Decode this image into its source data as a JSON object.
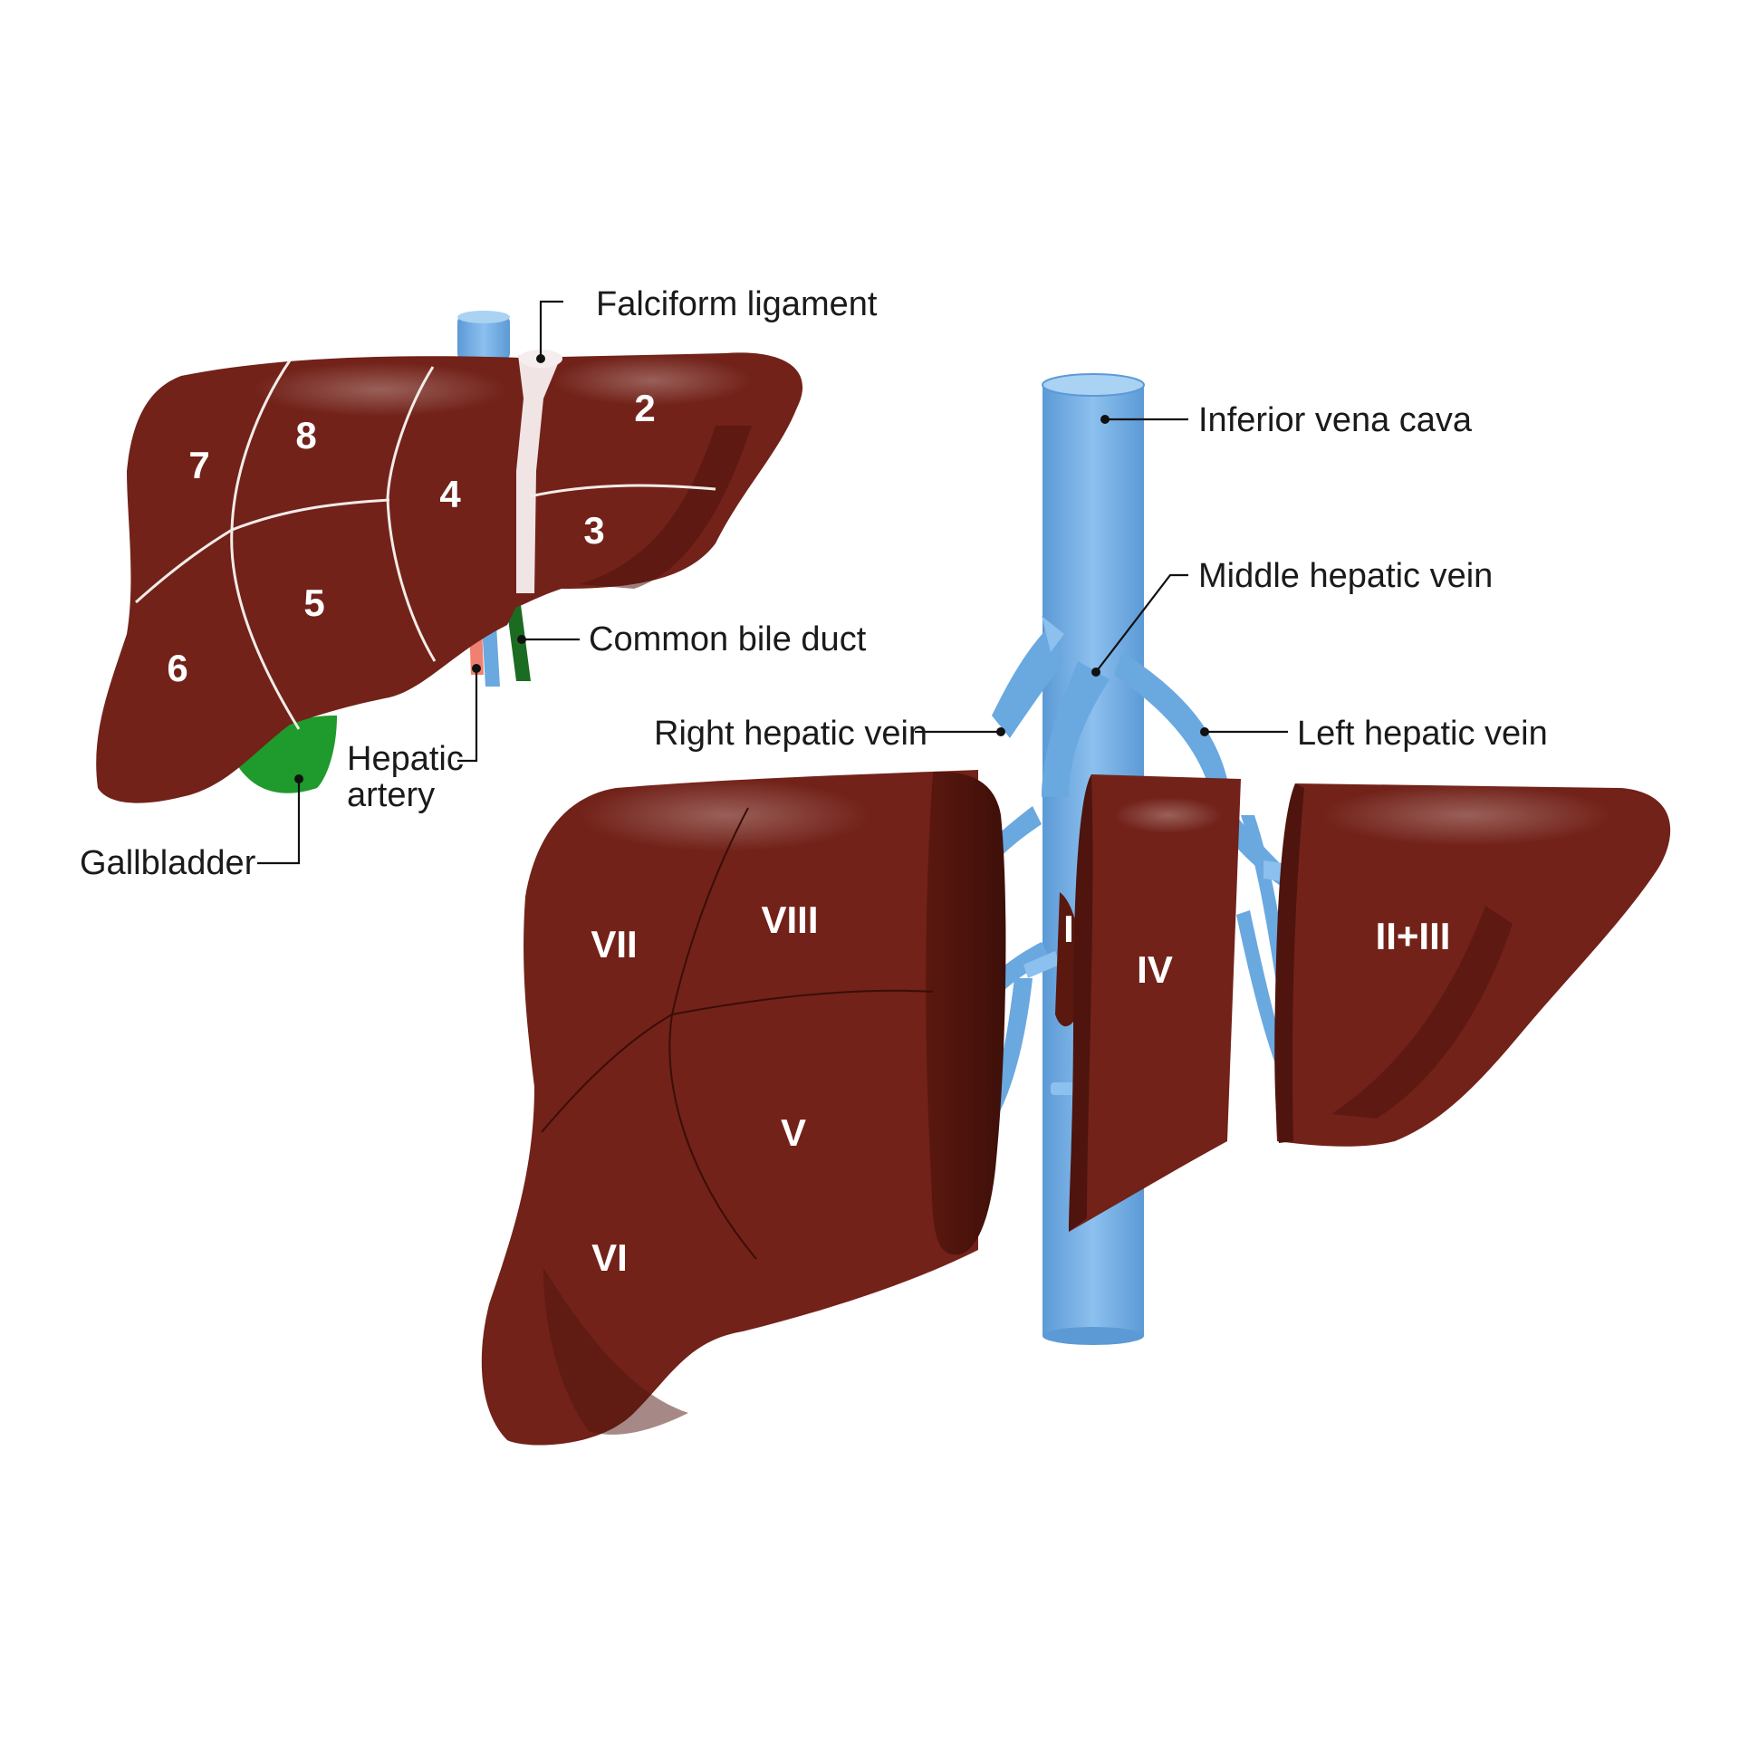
{
  "colors": {
    "liver": "#722219",
    "liver_dark": "#4e140d",
    "liver_highlight": "#9a4a40",
    "vein": "#6aa8e0",
    "vein_dark": "#4f8cc8",
    "gallbladder": "#1f9a2c",
    "bile_duct": "#1b6b22",
    "artery": "#f08070",
    "ligament": "#f1e4e4"
  },
  "icons": {
    "liver_front_view": "liver-front-icon",
    "liver_exploded_view": "liver-exploded-icon"
  },
  "front_view": {
    "segments": {
      "s2": "2",
      "s3": "3",
      "s4": "4",
      "s5": "5",
      "s6": "6",
      "s7": "7",
      "s8": "8"
    },
    "labels": {
      "falciform_ligament": "Falciform ligament",
      "common_bile_duct": "Common bile duct",
      "hepatic_artery_line1": "Hepatic",
      "hepatic_artery_line2": "artery",
      "gallbladder": "Gallbladder"
    }
  },
  "exploded_view": {
    "segments": {
      "s1": "I",
      "s2_3": "II+III",
      "s4": "IV",
      "s5": "V",
      "s6": "VI",
      "s7": "VII",
      "s8": "VIII"
    },
    "labels": {
      "inferior_vena_cava": "Inferior vena cava",
      "middle_hepatic_vein": "Middle hepatic vein",
      "right_hepatic_vein": "Right hepatic vein",
      "left_hepatic_vein": "Left hepatic vein"
    }
  }
}
